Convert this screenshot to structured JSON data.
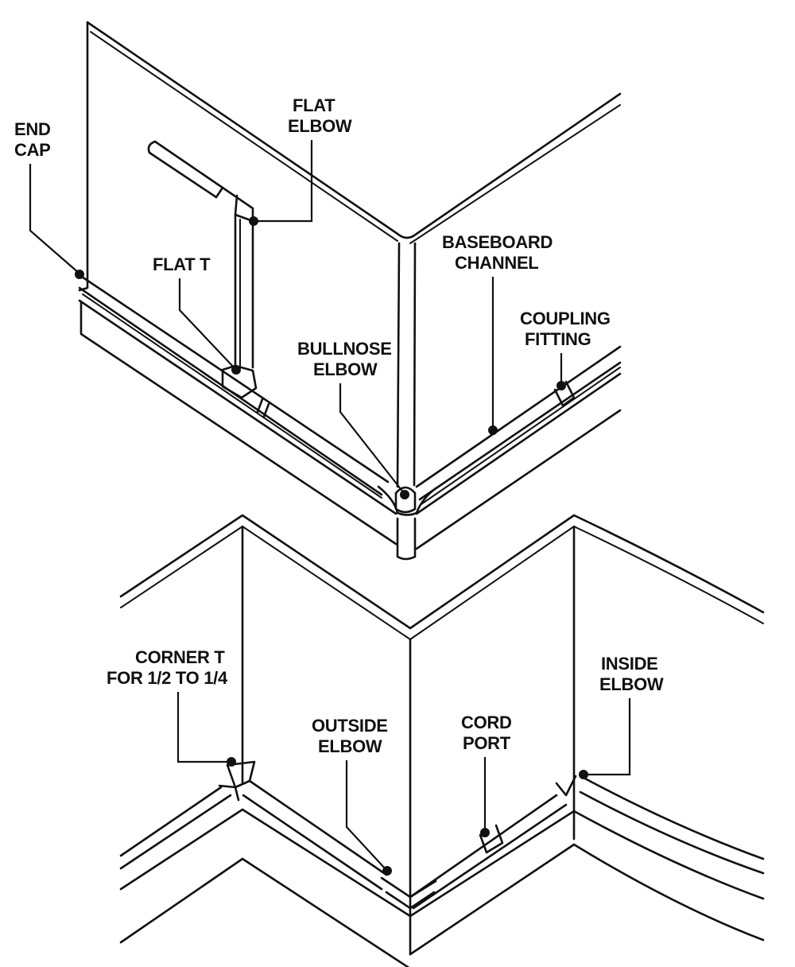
{
  "labels": {
    "end_cap": [
      "END",
      "CAP"
    ],
    "flat_elbow": [
      "FLAT",
      "ELBOW"
    ],
    "flat_t": [
      "FLAT T"
    ],
    "baseboard_channel": [
      "BASEBOARD",
      "CHANNEL"
    ],
    "coupling_fitting": [
      "COUPLING",
      "FITTING"
    ],
    "bullnose_elbow": [
      "BULLNOSE",
      "ELBOW"
    ],
    "corner_t": [
      "CORNER T",
      "FOR 1/2 TO 1/4"
    ],
    "inside_elbow": [
      "INSIDE",
      "ELBOW"
    ],
    "outside_elbow": [
      "OUTSIDE",
      "ELBOW"
    ],
    "cord_port": [
      "CORD",
      "PORT"
    ]
  },
  "colors": {
    "ink": "#111111",
    "background": "#ffffff"
  }
}
